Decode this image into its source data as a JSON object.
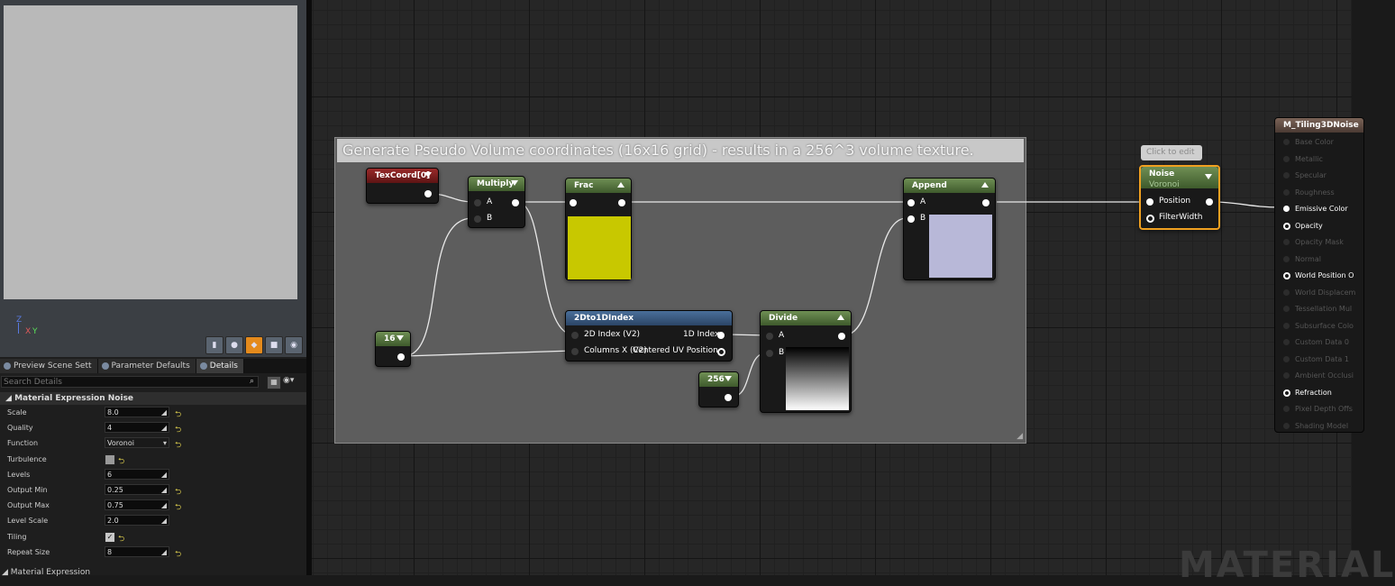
{
  "viewport": {
    "axis": {
      "z": "Z",
      "x": "X",
      "y": "Y"
    },
    "toolbar_buttons": [
      {
        "icon": "cylinder-icon",
        "glyph": "▮"
      },
      {
        "icon": "sphere-icon",
        "glyph": "●"
      },
      {
        "icon": "plane-icon",
        "glyph": "◆"
      },
      {
        "icon": "cube-icon",
        "glyph": "■"
      },
      {
        "icon": "teapot-icon",
        "glyph": "◉"
      }
    ]
  },
  "tabs": [
    {
      "label": "Preview Scene Sett"
    },
    {
      "label": "Parameter Defaults"
    },
    {
      "label": "Details"
    }
  ],
  "search": {
    "placeholder": "Search Details"
  },
  "details": {
    "section": "Material Expression Noise",
    "footer_section": "Material Expression",
    "properties": [
      {
        "label": "Scale",
        "value": "8.0",
        "kind": "number"
      },
      {
        "label": "Quality",
        "value": "4",
        "kind": "number"
      },
      {
        "label": "Function",
        "value": "Voronoi",
        "kind": "select"
      },
      {
        "label": "Turbulence",
        "value": "",
        "kind": "checkbox",
        "checked": false
      },
      {
        "label": "Levels",
        "value": "6",
        "kind": "number"
      },
      {
        "label": "Output Min",
        "value": "0.25",
        "kind": "number"
      },
      {
        "label": "Output Max",
        "value": "0.75",
        "kind": "number"
      },
      {
        "label": "Level Scale",
        "value": "2.0",
        "kind": "number"
      },
      {
        "label": "Tiling",
        "value": "",
        "kind": "checkbox",
        "checked": true
      },
      {
        "label": "Repeat Size",
        "value": "8",
        "kind": "number"
      }
    ]
  },
  "graph": {
    "watermark": "MATERIAL",
    "comment": "Generate Pseudo Volume coordinates (16x16 grid) - results in a 256^3 volume texture.",
    "nodes": {
      "texcoord": {
        "title": "TexCoord[0]"
      },
      "multiply": {
        "title": "Multiply",
        "pin_a": "A",
        "pin_b": "B"
      },
      "frac": {
        "title": "Frac"
      },
      "append": {
        "title": "Append",
        "pin_a": "A",
        "pin_b": "B"
      },
      "const16": {
        "title": "16"
      },
      "index": {
        "title": "2Dto1DIndex",
        "in1": "2D Index (V2)",
        "in2": "Columns X (V2)",
        "out1": "1D Index",
        "out2": "Centered UV Position"
      },
      "divide": {
        "title": "Divide",
        "pin_a": "A",
        "pin_b": "B"
      },
      "const256": {
        "title": "256"
      },
      "noise": {
        "title": "Noise",
        "subtitle": "Voronoi",
        "in1": "Position",
        "in2": "FilterWidth"
      }
    },
    "tooltip": "Click to edit",
    "result": {
      "title": "M_Tiling3DNoise",
      "pins": [
        {
          "label": "Base Color",
          "active": false
        },
        {
          "label": "Metallic",
          "active": false
        },
        {
          "label": "Specular",
          "active": false
        },
        {
          "label": "Roughness",
          "active": false
        },
        {
          "label": "Emissive Color",
          "active": true
        },
        {
          "label": "Opacity",
          "active": true
        },
        {
          "label": "Opacity Mask",
          "active": false
        },
        {
          "label": "Normal",
          "active": false
        },
        {
          "label": "World Position O",
          "active": true
        },
        {
          "label": "World Displacem",
          "active": false
        },
        {
          "label": "Tessellation Mul",
          "active": false
        },
        {
          "label": "Subsurface Colo",
          "active": false
        },
        {
          "label": "Custom Data 0",
          "active": false
        },
        {
          "label": "Custom Data 1",
          "active": false
        },
        {
          "label": "Ambient Occlusi",
          "active": false
        },
        {
          "label": "Refraction",
          "active": true
        },
        {
          "label": "Pixel Depth Offs",
          "active": false
        },
        {
          "label": "Shading Model",
          "active": false
        }
      ]
    }
  }
}
